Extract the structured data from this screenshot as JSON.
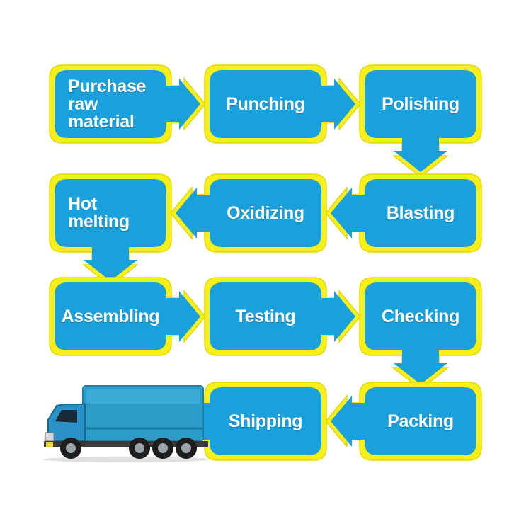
{
  "colors": {
    "box_fill": "#1aa1dc",
    "border": "#f7ef1c",
    "border_inner": "#e2d90c",
    "text": "#ffffff"
  },
  "steps": [
    {
      "label": "Purchase\nraw\nmaterial"
    },
    {
      "label": "Punching"
    },
    {
      "label": "Polishing"
    },
    {
      "label": "Blasting"
    },
    {
      "label": "Oxidizing"
    },
    {
      "label": "Hot\nmelting"
    },
    {
      "label": "Assembling"
    },
    {
      "label": "Testing"
    },
    {
      "label": "Checking"
    },
    {
      "label": "Packing"
    },
    {
      "label": "Shipping"
    }
  ],
  "end_icon": "delivery-truck-icon"
}
